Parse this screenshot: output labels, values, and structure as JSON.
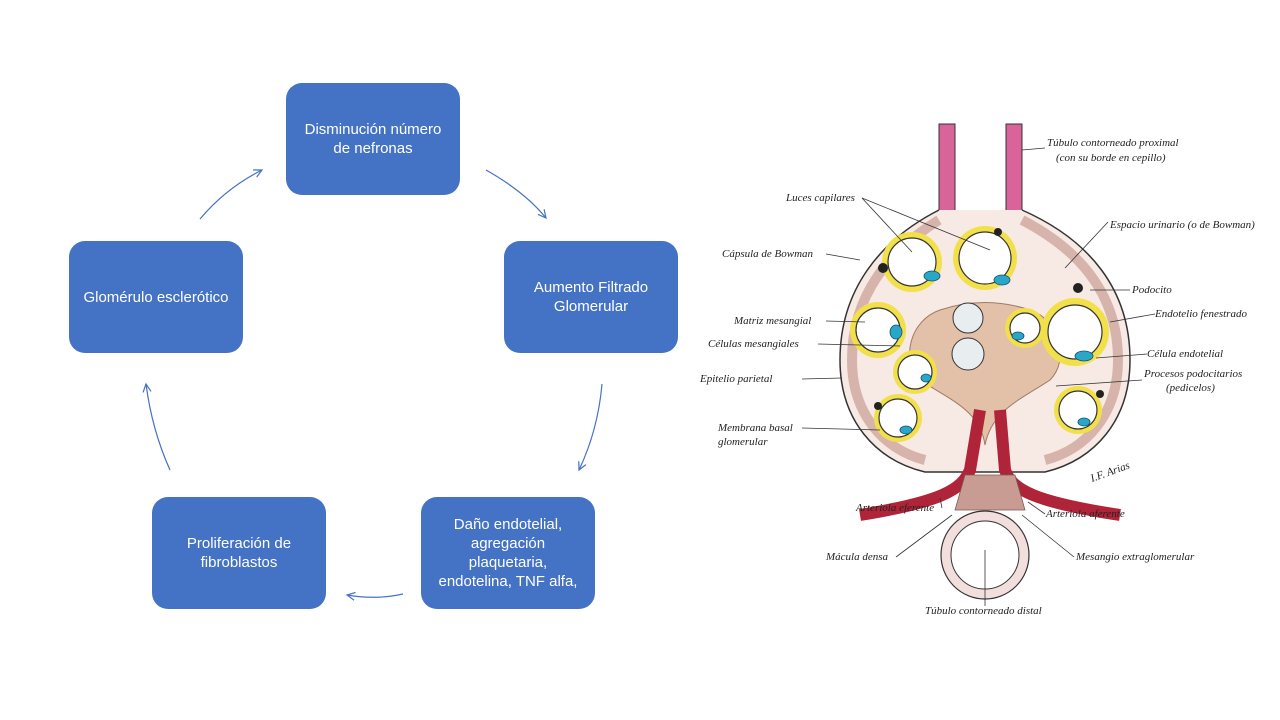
{
  "cycle": {
    "steps": [
      {
        "label": "Disminución número de nefronas"
      },
      {
        "label": "Aumento Filtrado Glomerular"
      },
      {
        "label": "Daño endotelial, agregación plaquetaria, endotelina, TNF alfa,"
      },
      {
        "label": "Proliferación de fibroblastos"
      },
      {
        "label": "Glomérulo esclerótico"
      }
    ]
  },
  "colors": {
    "box": "#4472c4",
    "arrow": "#4472c4",
    "podocyte": "#f2e04a",
    "endothelial": "#2aa6c9",
    "arteriole": "#b0243a",
    "tubule": "#d8649a",
    "mesangium": "#e3c1a8"
  },
  "figure": {
    "labels": {
      "tubulo_proximal_1": "Túbulo contorneado proximal",
      "tubulo_proximal_2": "(con su borde en cepillo)",
      "luces_capilares": "Luces capilares",
      "espacio_urinario": "Espacio urinario (o de Bowman)",
      "capsula_bowman": "Cápsula de Bowman",
      "podocito": "Podocito",
      "matriz_mesangial": "Matriz mesangial",
      "endotelio_fenestrado": "Endotelio fenestrado",
      "celulas_mesangiales": "Células mesangiales",
      "celula_endotelial": "Célula endotelial",
      "epitelio_parietal": "Epitelio parietal",
      "procesos_1": "Procesos podocitarios",
      "procesos_2": "(pedicelos)",
      "membrana_1": "Membrana basal",
      "membrana_2": "glomerular",
      "arteriola_eferente": "Arteriola eferente",
      "arteriola_aferente": "Arteriola aferente",
      "macula_densa": "Mácula densa",
      "mesangio_extra": "Mesangio extraglomerular",
      "tubulo_distal": "Túbulo contorneado distal"
    }
  }
}
